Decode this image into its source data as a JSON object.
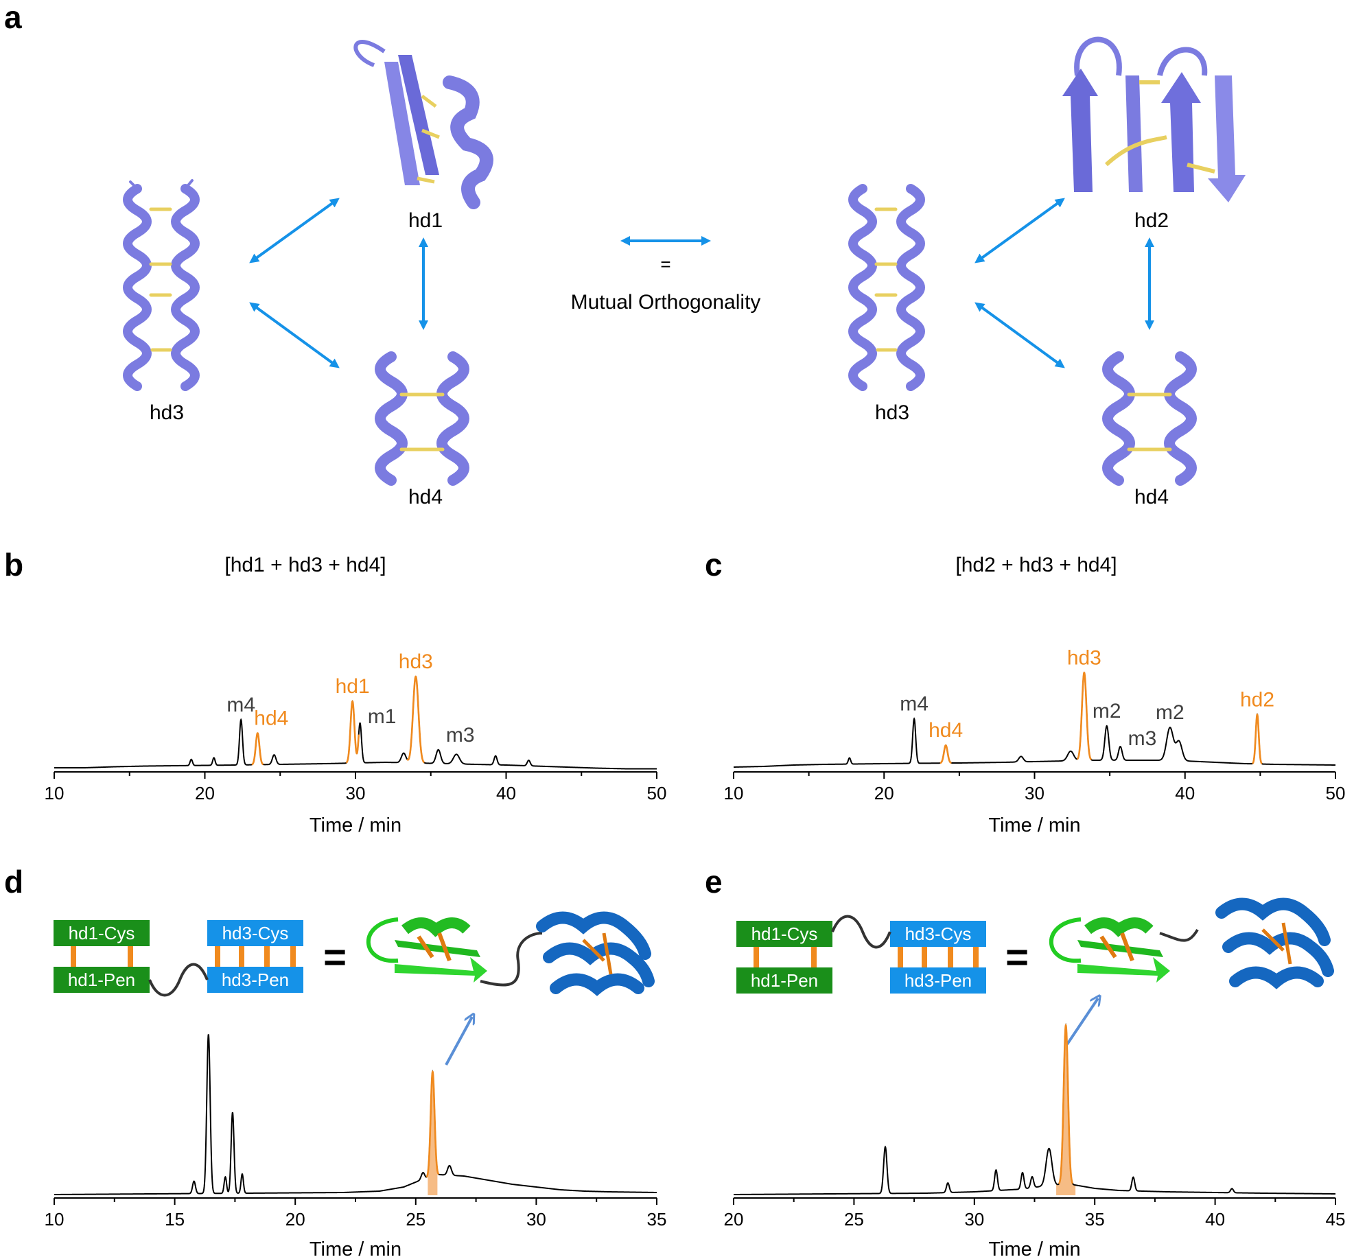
{
  "panels": {
    "a": {
      "letter": "a",
      "left": {
        "hd1": "hd1",
        "hd3": "hd3",
        "hd4": "hd4"
      },
      "right": {
        "hd2": "hd2",
        "hd3": "hd3",
        "hd4": "hd4"
      },
      "center": {
        "symbol": "=",
        "text": "Mutual Orthogonality"
      }
    },
    "b": {
      "letter": "b",
      "title": "[hd1 + hd3 + hd4]"
    },
    "c": {
      "letter": "c",
      "title": "[hd2 + hd3 + hd4]"
    },
    "d": {
      "letter": "d",
      "boxes": {
        "hd1_cys": "hd1-Cys",
        "hd1_pen": "hd1-Pen",
        "hd3_cys": "hd3-Cys",
        "hd3_pen": "hd3-Pen"
      },
      "equals": "="
    },
    "e": {
      "letter": "e",
      "boxes": {
        "hd1_cys": "hd1-Cys",
        "hd1_pen": "hd1-Pen",
        "hd3_cys": "hd3-Cys",
        "hd3_pen": "hd3-Pen"
      },
      "equals": "="
    }
  },
  "colors": {
    "protein": "#7b7be0",
    "disulfide": "#e8d060",
    "arrow": "#1592e8",
    "orange": "#f08a1e",
    "green": "#1a8f1a",
    "blue": "#1592e8",
    "trace": "#000000",
    "label_gray": "#404040"
  },
  "chart_data": [
    {
      "id": "b",
      "type": "line",
      "title": "[hd1 + hd3 + hd4]",
      "xlabel": "Time / min",
      "ylabel": "",
      "xlim": [
        10,
        50
      ],
      "xticks": [
        10,
        20,
        30,
        40,
        50
      ],
      "ylim": [
        0,
        100
      ],
      "grid": false,
      "baseline": [
        [
          10,
          2
        ],
        [
          12,
          2
        ],
        [
          14,
          3.5
        ],
        [
          16,
          4.5
        ],
        [
          18,
          5
        ],
        [
          20,
          5.5
        ],
        [
          22,
          6
        ],
        [
          25,
          7
        ],
        [
          28,
          8
        ],
        [
          30,
          9
        ],
        [
          32,
          10
        ],
        [
          34,
          9
        ],
        [
          36,
          8
        ],
        [
          38,
          7
        ],
        [
          40,
          6
        ],
        [
          42,
          4.5
        ],
        [
          44,
          3
        ],
        [
          46,
          1.5
        ],
        [
          48,
          0.5
        ],
        [
          50,
          0.5
        ]
      ],
      "peaks": [
        {
          "x": 19.1,
          "h": 9,
          "w": 0.08,
          "color": "black"
        },
        {
          "x": 20.6,
          "h": 11,
          "w": 0.08,
          "color": "black"
        },
        {
          "x": 22.4,
          "h": 66,
          "w": 0.1,
          "color": "black",
          "label": "m4"
        },
        {
          "x": 23.5,
          "h": 46,
          "w": 0.12,
          "color": "orange",
          "label": "hd4"
        },
        {
          "x": 24.6,
          "h": 14,
          "w": 0.12,
          "color": "black"
        },
        {
          "x": 29.8,
          "h": 90,
          "w": 0.13,
          "color": "orange",
          "label": "hd1"
        },
        {
          "x": 30.3,
          "h": 58,
          "w": 0.1,
          "color": "black",
          "label": "m1"
        },
        {
          "x": 33.2,
          "h": 14,
          "w": 0.15,
          "color": "black"
        },
        {
          "x": 34.0,
          "h": 126,
          "w": 0.18,
          "color": "orange",
          "label": "hd3"
        },
        {
          "x": 35.5,
          "h": 20,
          "w": 0.15,
          "color": "black",
          "label": "m3"
        },
        {
          "x": 36.7,
          "h": 14,
          "w": 0.2,
          "color": "black"
        },
        {
          "x": 39.3,
          "h": 13,
          "w": 0.1,
          "color": "black"
        },
        {
          "x": 41.5,
          "h": 8,
          "w": 0.1,
          "color": "black"
        }
      ]
    },
    {
      "id": "c",
      "type": "line",
      "title": "[hd2 + hd3 + hd4]",
      "xlabel": "Time / min",
      "ylabel": "",
      "xlim": [
        10,
        50
      ],
      "xticks": [
        10,
        20,
        30,
        40,
        50
      ],
      "ylim": [
        0,
        100
      ],
      "grid": false,
      "baseline": [
        [
          10,
          3
        ],
        [
          12,
          4
        ],
        [
          14,
          6
        ],
        [
          16,
          7
        ],
        [
          18,
          7.5
        ],
        [
          20,
          8
        ],
        [
          22,
          8.5
        ],
        [
          25,
          9
        ],
        [
          28,
          10
        ],
        [
          30,
          11
        ],
        [
          32,
          12
        ],
        [
          34,
          13
        ],
        [
          36,
          13
        ],
        [
          38,
          13
        ],
        [
          40,
          12
        ],
        [
          42,
          10
        ],
        [
          44,
          8
        ],
        [
          46,
          7
        ],
        [
          48,
          6.5
        ],
        [
          50,
          6
        ]
      ],
      "peaks": [
        {
          "x": 17.7,
          "h": 9,
          "w": 0.08,
          "color": "black"
        },
        {
          "x": 22.0,
          "h": 65,
          "w": 0.1,
          "color": "black",
          "label": "m4"
        },
        {
          "x": 24.1,
          "h": 26,
          "w": 0.12,
          "color": "orange",
          "label": "hd4"
        },
        {
          "x": 29.1,
          "h": 8,
          "w": 0.15,
          "color": "black"
        },
        {
          "x": 32.4,
          "h": 14,
          "w": 0.2,
          "color": "black"
        },
        {
          "x": 33.3,
          "h": 128,
          "w": 0.15,
          "color": "orange",
          "label": "hd3"
        },
        {
          "x": 34.8,
          "h": 50,
          "w": 0.13,
          "color": "black",
          "label": "m2"
        },
        {
          "x": 35.7,
          "h": 20,
          "w": 0.12,
          "color": "black",
          "label": "m3"
        },
        {
          "x": 39.0,
          "h": 48,
          "w": 0.22,
          "color": "black",
          "label": "m2"
        },
        {
          "x": 39.6,
          "h": 28,
          "w": 0.2,
          "color": "black"
        },
        {
          "x": 44.8,
          "h": 72,
          "w": 0.1,
          "color": "orange",
          "label": "hd2"
        }
      ]
    },
    {
      "id": "d",
      "type": "line",
      "xlabel": "Time / min",
      "ylabel": "",
      "xlim": [
        10,
        35
      ],
      "xticks": [
        10,
        15,
        20,
        25,
        30,
        35
      ],
      "ylim": [
        0,
        100
      ],
      "grid": false,
      "shaded_peak": {
        "x": 25.7,
        "range": [
          25.5,
          25.9
        ]
      },
      "baseline": [
        [
          10,
          1
        ],
        [
          14,
          2
        ],
        [
          18,
          3
        ],
        [
          22,
          4
        ],
        [
          23.5,
          6
        ],
        [
          24.5,
          12
        ],
        [
          25.2,
          22
        ],
        [
          26,
          30
        ],
        [
          27,
          28
        ],
        [
          28,
          22
        ],
        [
          29,
          16
        ],
        [
          30,
          12
        ],
        [
          31,
          8
        ],
        [
          32,
          6
        ],
        [
          33,
          5
        ],
        [
          35,
          4
        ]
      ],
      "peaks": [
        {
          "x": 15.8,
          "h": 18,
          "w": 0.06,
          "color": "black"
        },
        {
          "x": 16.4,
          "h": 232,
          "w": 0.07,
          "color": "black"
        },
        {
          "x": 17.1,
          "h": 24,
          "w": 0.05,
          "color": "black"
        },
        {
          "x": 17.4,
          "h": 118,
          "w": 0.06,
          "color": "black"
        },
        {
          "x": 17.8,
          "h": 28,
          "w": 0.05,
          "color": "black"
        },
        {
          "x": 25.3,
          "h": 10,
          "w": 0.07,
          "color": "black"
        },
        {
          "x": 25.7,
          "h": 153,
          "w": 0.08,
          "color": "orange"
        },
        {
          "x": 26.4,
          "h": 14,
          "w": 0.08,
          "color": "black"
        }
      ]
    },
    {
      "id": "e",
      "type": "line",
      "xlabel": "Time / min",
      "ylabel": "",
      "xlim": [
        20,
        45
      ],
      "xticks": [
        20,
        25,
        30,
        35,
        40,
        45
      ],
      "ylim": [
        0,
        100
      ],
      "grid": false,
      "shaded_peak": {
        "x": 33.8,
        "range": [
          33.4,
          34.2
        ]
      },
      "baseline": [
        [
          20,
          1
        ],
        [
          24,
          2
        ],
        [
          28,
          3
        ],
        [
          30,
          5
        ],
        [
          32,
          9
        ],
        [
          33,
          14
        ],
        [
          34,
          16
        ],
        [
          35,
          10
        ],
        [
          36,
          7
        ],
        [
          38,
          5
        ],
        [
          40,
          4
        ],
        [
          42,
          3
        ],
        [
          45,
          2
        ]
      ],
      "peaks": [
        {
          "x": 26.3,
          "h": 68,
          "w": 0.07,
          "color": "black"
        },
        {
          "x": 28.9,
          "h": 14,
          "w": 0.06,
          "color": "black"
        },
        {
          "x": 30.9,
          "h": 30,
          "w": 0.06,
          "color": "black"
        },
        {
          "x": 32.0,
          "h": 24,
          "w": 0.06,
          "color": "black"
        },
        {
          "x": 32.4,
          "h": 16,
          "w": 0.06,
          "color": "black"
        },
        {
          "x": 33.1,
          "h": 54,
          "w": 0.12,
          "color": "black"
        },
        {
          "x": 33.8,
          "h": 232,
          "w": 0.09,
          "color": "orange"
        },
        {
          "x": 36.6,
          "h": 20,
          "w": 0.06,
          "color": "black"
        },
        {
          "x": 40.7,
          "h": 6,
          "w": 0.06,
          "color": "black"
        }
      ]
    }
  ]
}
